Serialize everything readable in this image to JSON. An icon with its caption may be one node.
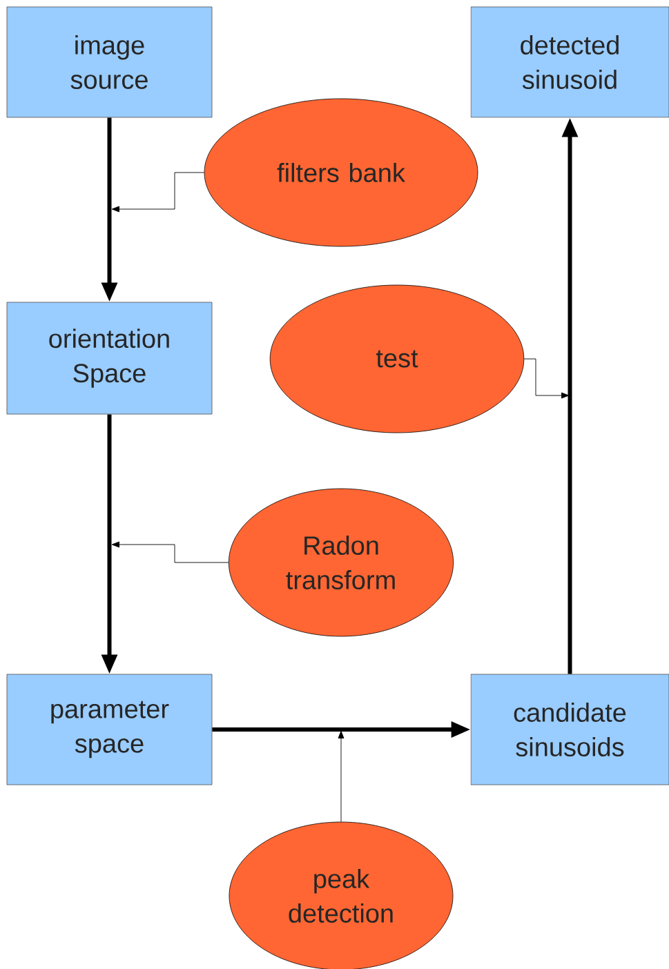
{
  "diagram": {
    "nodes": [
      {
        "text": [
          "image source"
        ]
      },
      {
        "text": [
          "detected sinusoid"
        ]
      },
      {
        "text": [
          "filters bank"
        ]
      },
      {
        "text": [
          "orientation Space"
        ]
      },
      {
        "text": [
          "test"
        ]
      },
      {
        "text": [
          "Radon transform"
        ]
      },
      {
        "text": [
          "parameter space"
        ]
      },
      {
        "text": [
          "candidate sinusoids"
        ]
      },
      {
        "text": [
          "peak detection"
        ]
      }
    ],
    "edges": [
      {
        "from": 0,
        "to": 3,
        "arrow": "to",
        "style": "thick"
      },
      {
        "from": 2,
        "to": null,
        "arrow": "to"
      },
      {
        "from": 3,
        "to": 6,
        "arrow": "to",
        "style": "thick"
      },
      {
        "from": 5,
        "to": null,
        "arrow": "to"
      },
      {
        "from": 6,
        "to": 7,
        "arrow": "to",
        "style": "thick"
      },
      {
        "from": 8,
        "to": null,
        "arrow": "to"
      },
      {
        "from": 7,
        "to": 1,
        "arrow": "to",
        "style": "thick"
      },
      {
        "from": 4,
        "to": null,
        "arrow": "to"
      }
    ]
  }
}
